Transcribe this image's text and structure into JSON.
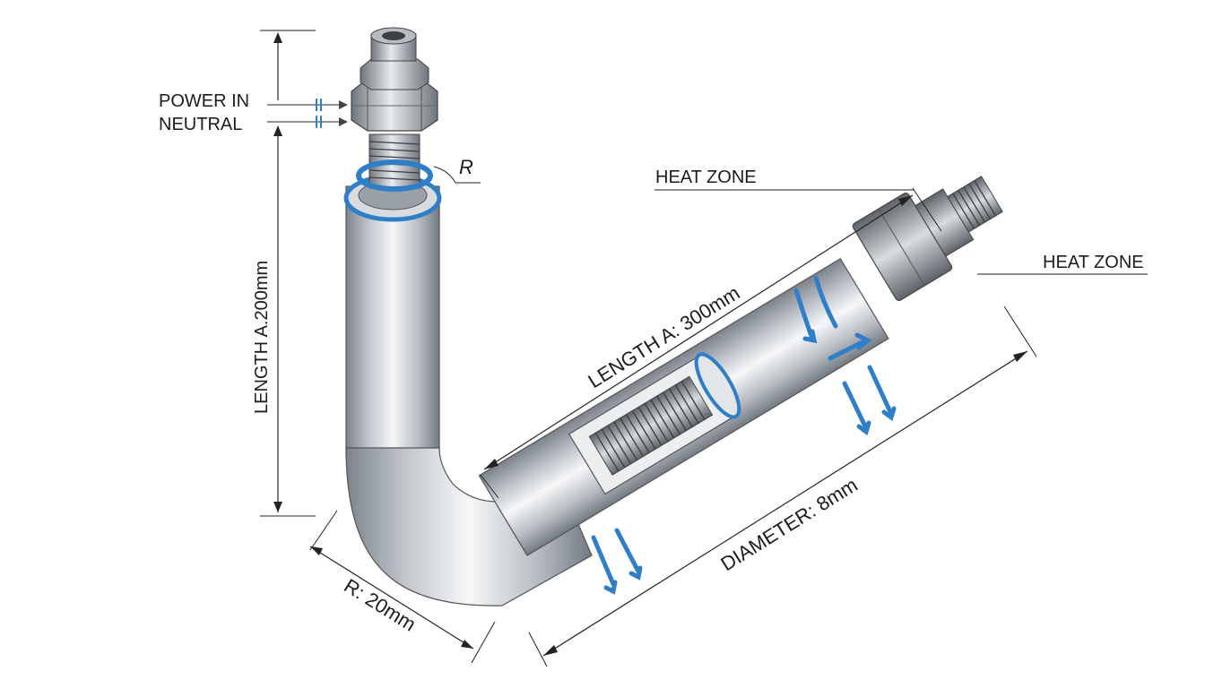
{
  "labels": {
    "power_in": "POWER IN",
    "neutral": "NEUTRAL",
    "radius_mark": "R",
    "heat_zone_top": "HEAT ZONE",
    "heat_zone_right": "HEAT ZONE",
    "length_vertical": "LENGTH A.200mm",
    "length_diagonal": "LENGTH A: 300mm",
    "diameter": "DIAMETER: 8mm",
    "bend_radius": "R: 20mm"
  },
  "colors": {
    "accent_blue": "#2f7fc8",
    "steel_light": "#f1f3f5",
    "steel_mid": "#c3c8ce",
    "steel_dark": "#7c838b",
    "line": "#222222"
  },
  "icons": [
    "hex-nut-icon",
    "threaded-fitting-icon",
    "flow-arrow-icon"
  ]
}
